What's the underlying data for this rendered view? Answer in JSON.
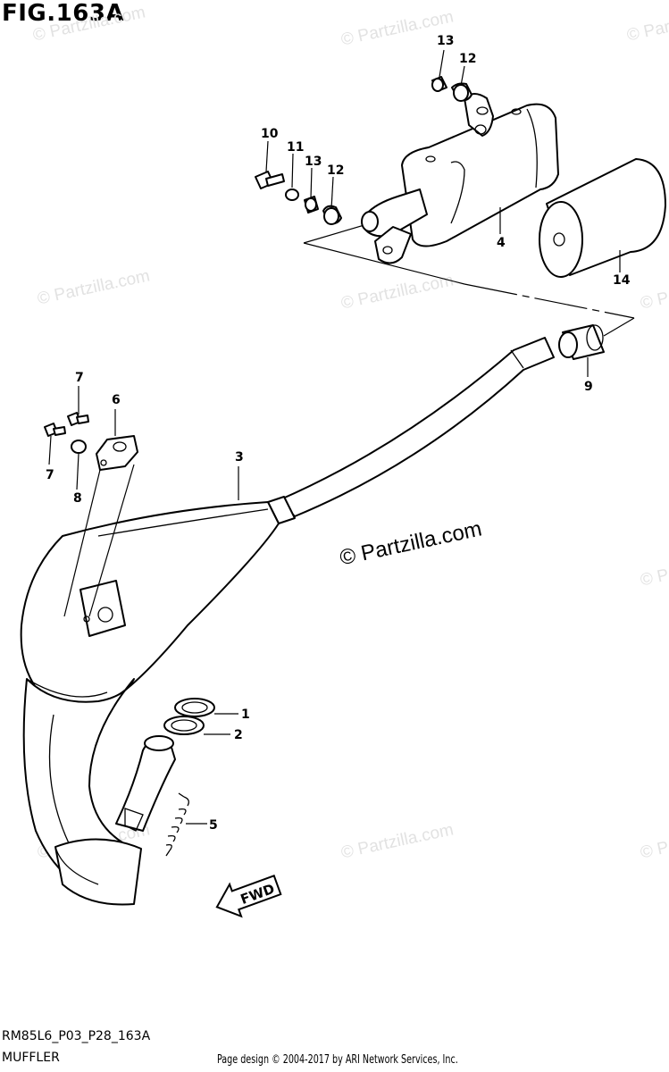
{
  "figure": {
    "title": "FIG.163A",
    "code": "RM85L6_P03_P28_163A",
    "name": "MUFFLER"
  },
  "footer": "Page design © 2004-2017 by ARI Network Services, Inc.",
  "watermark": {
    "text": "© Partzilla.com",
    "main_text": "© Partzilla.com"
  },
  "fwd_label": "FWD",
  "callouts": {
    "c1": "1",
    "c2": "2",
    "c3": "3",
    "c4": "4",
    "c5": "5",
    "c6": "6",
    "c7a": "7",
    "c7b": "7",
    "c8": "8",
    "c9": "9",
    "c10": "10",
    "c11": "11",
    "c12a": "12",
    "c12b": "12",
    "c13a": "13",
    "c13b": "13",
    "c14": "14"
  }
}
